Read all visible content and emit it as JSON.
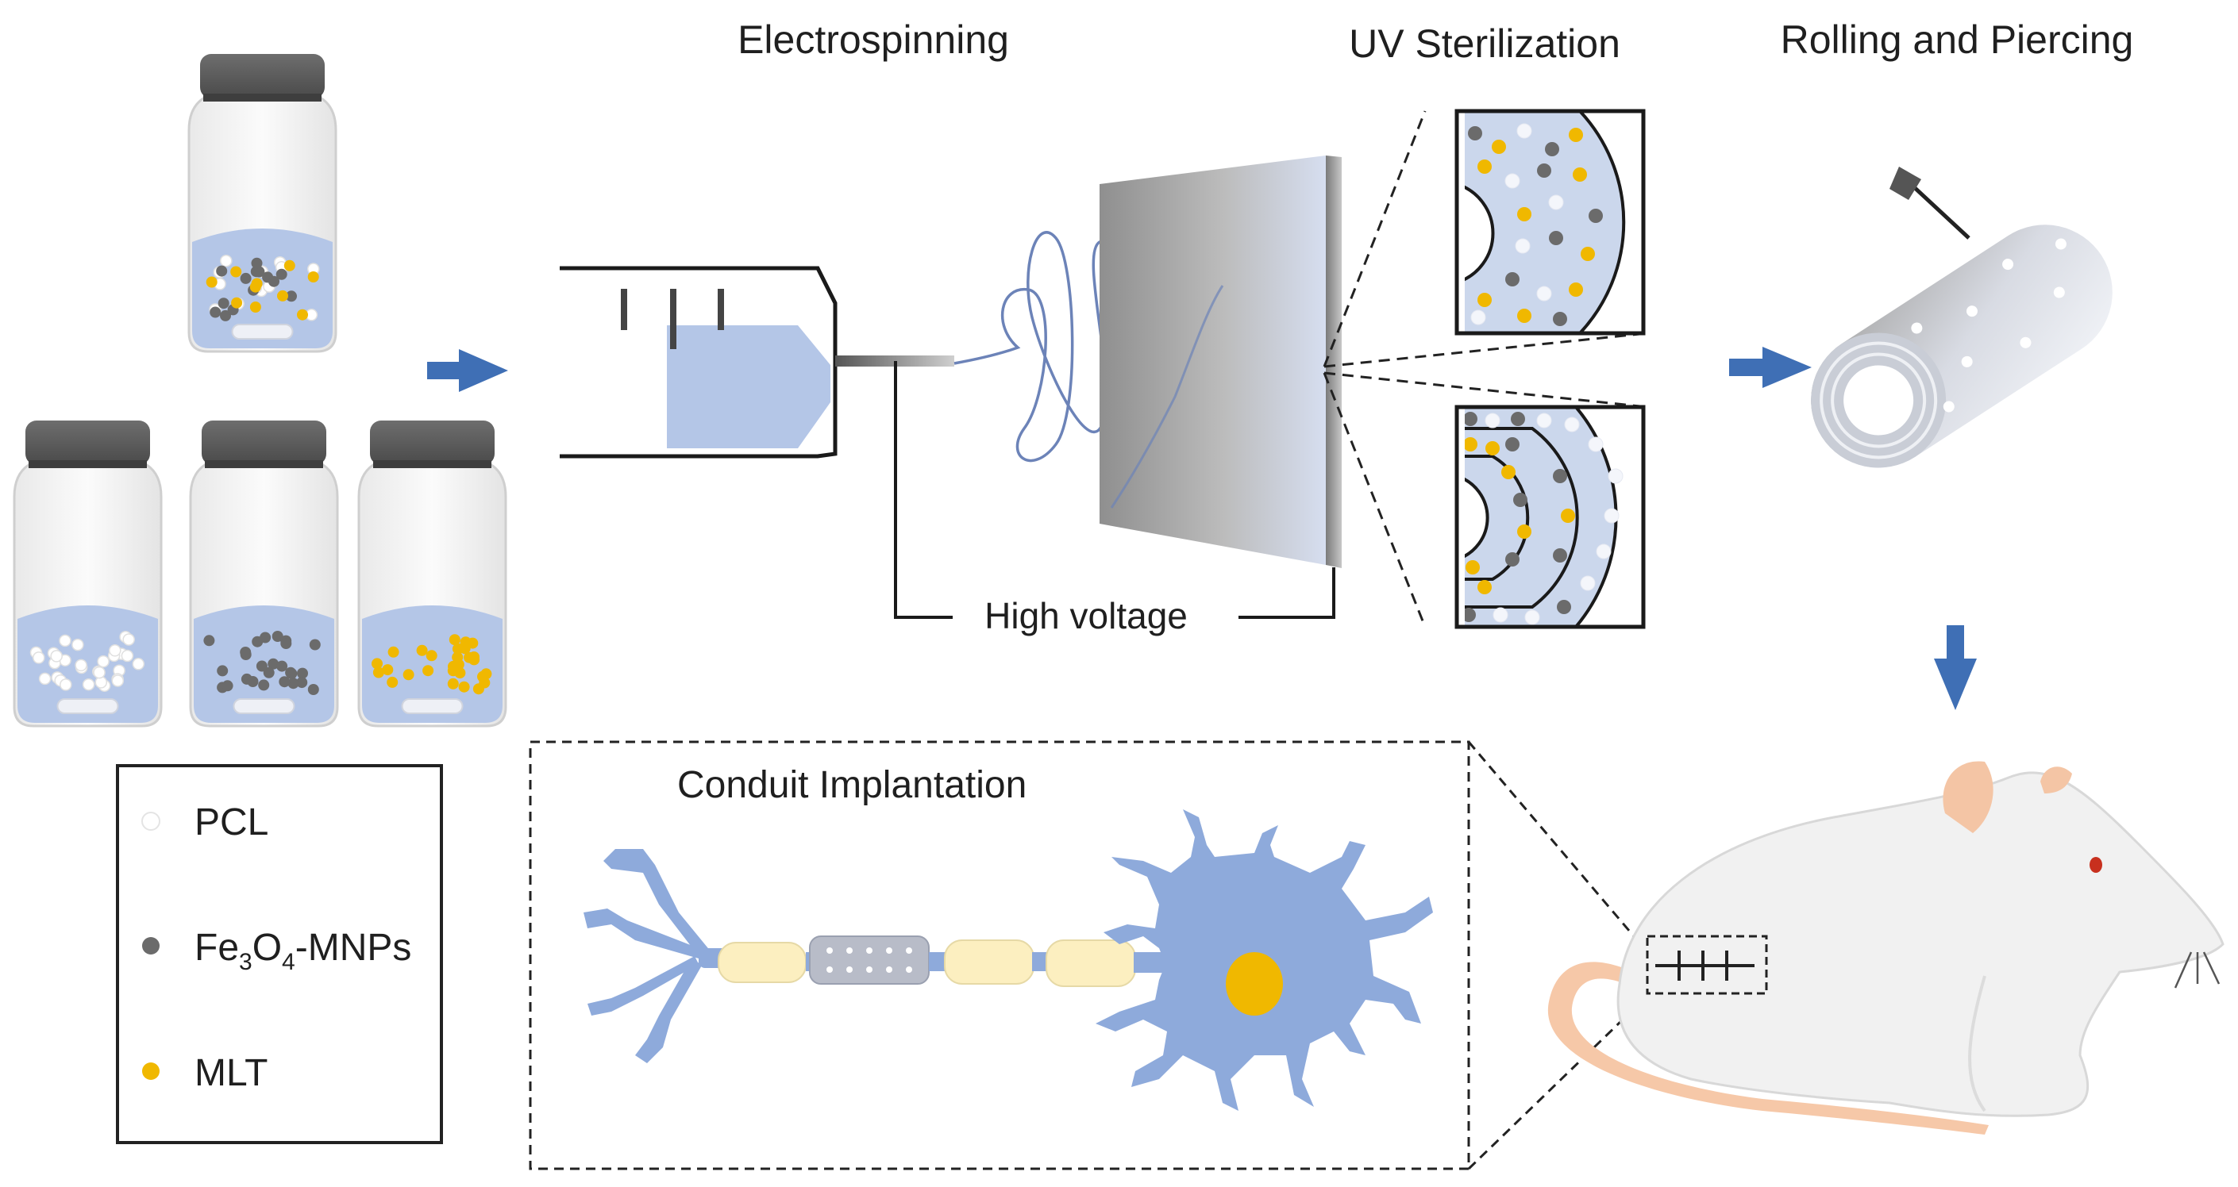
{
  "labels": {
    "electrospinning": "Electrospinning",
    "uv_sterilization": "UV Sterilization",
    "rolling_piercing": "Rolling and Piercing",
    "high_voltage": "High voltage",
    "conduit_implantation": "Conduit Implantation"
  },
  "legend": {
    "pcl": "PCL",
    "fe_prefix": "Fe",
    "fe_sub1": "3",
    "fe_mid": "O",
    "fe_sub2": "4",
    "fe_suffix": "-MNPs",
    "mlt": "MLT"
  },
  "colors": {
    "solution": "#b4c6e7",
    "neuron": "#8eaadb",
    "mlt": "#f0b800",
    "fe": "#6b6b6b",
    "pcl": "#ffffff",
    "arrow": "#3f6fb5",
    "cap": "#5a5a5a",
    "myelin": "#fcefc0",
    "rat_tail": "#f6c8a8"
  }
}
